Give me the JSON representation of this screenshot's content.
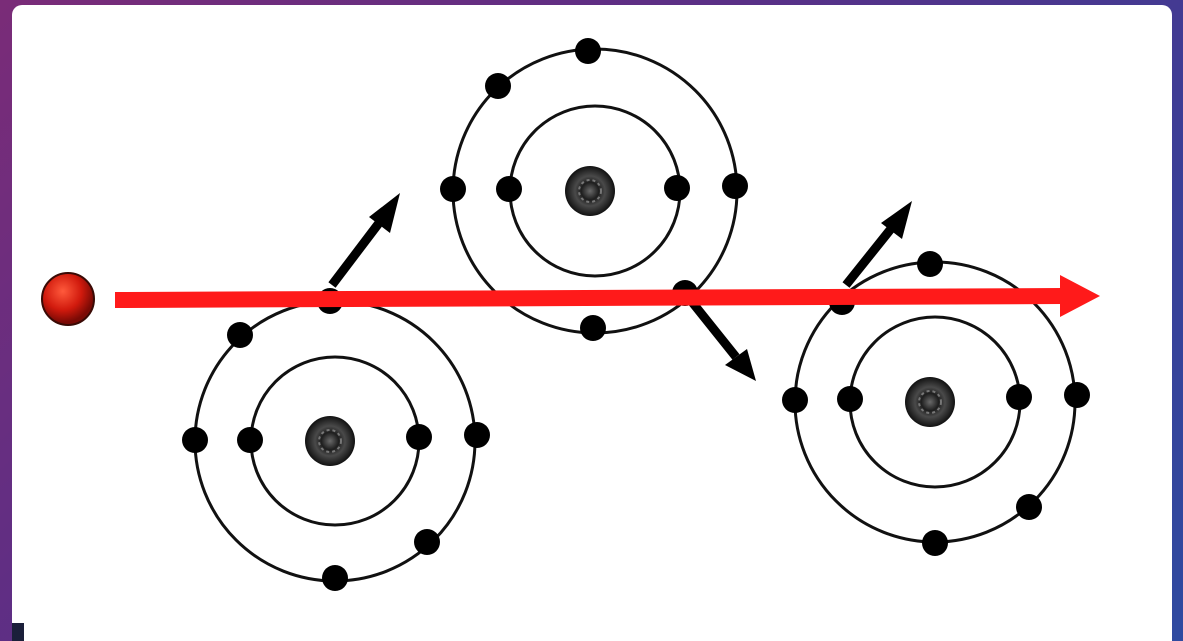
{
  "colors": {
    "background_gradient": [
      "#7a2c78",
      "#5a2f86",
      "#3a3f97",
      "#2f4aa0"
    ],
    "slide": "#ffffff",
    "orbit": "#111111",
    "electron": "#000000",
    "nucleus": "#2a2a2a",
    "incident_particle": "#d11a0d",
    "ray": "#ff1a1a",
    "ejected_arrow": "#000000"
  },
  "diagram": {
    "atoms": 3,
    "shells_per_atom": 2,
    "incident_particle_count": 1,
    "ejected_electron_arrows": 3
  }
}
